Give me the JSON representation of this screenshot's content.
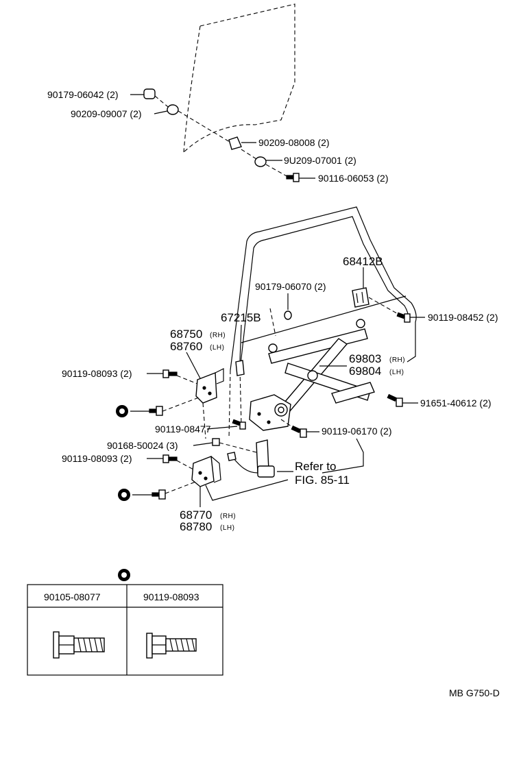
{
  "glass_parts": {
    "p1": "90179-06042 (2)",
    "p2": "90209-09007 (2)",
    "p3": "90209-08008 (2)",
    "p4": "9U209-07001 (2)",
    "p5": "90116-06053 (2)"
  },
  "regulator_parts": {
    "p68412": "68412B",
    "p90179_06070": "90179-06070 (2)",
    "p90119_08452": "90119-08452 (2)",
    "p67215": "67215B",
    "h_upper_rh": "68750",
    "h_upper_rh_tag": "(RH)",
    "h_upper_lh": "68760",
    "h_upper_lh_tag": "(LH)",
    "bolt_upper": "90119-08093 (2)",
    "reg_rh": "69803",
    "reg_rh_tag": "(RH)",
    "reg_lh": "69804",
    "reg_lh_tag": "(LH)",
    "bolt_91651": "91651-40612 (2)",
    "bolt_08477": "90119-08477",
    "bolt_06170": "90119-06170 (2)",
    "nut_50024": "90168-50024 (3)",
    "bolt_lower": "90119-08093 (2)",
    "refer_line1": "Refer to",
    "refer_line2": "FIG. 85-11",
    "h_lower_rh": "68770",
    "h_lower_rh_tag": "(RH)",
    "h_lower_lh": "68780",
    "h_lower_lh_tag": "(LH)"
  },
  "legend": {
    "col1": "90105-08077",
    "col2": "90119-08093"
  },
  "footer": {
    "code": "MB  G750-D"
  }
}
